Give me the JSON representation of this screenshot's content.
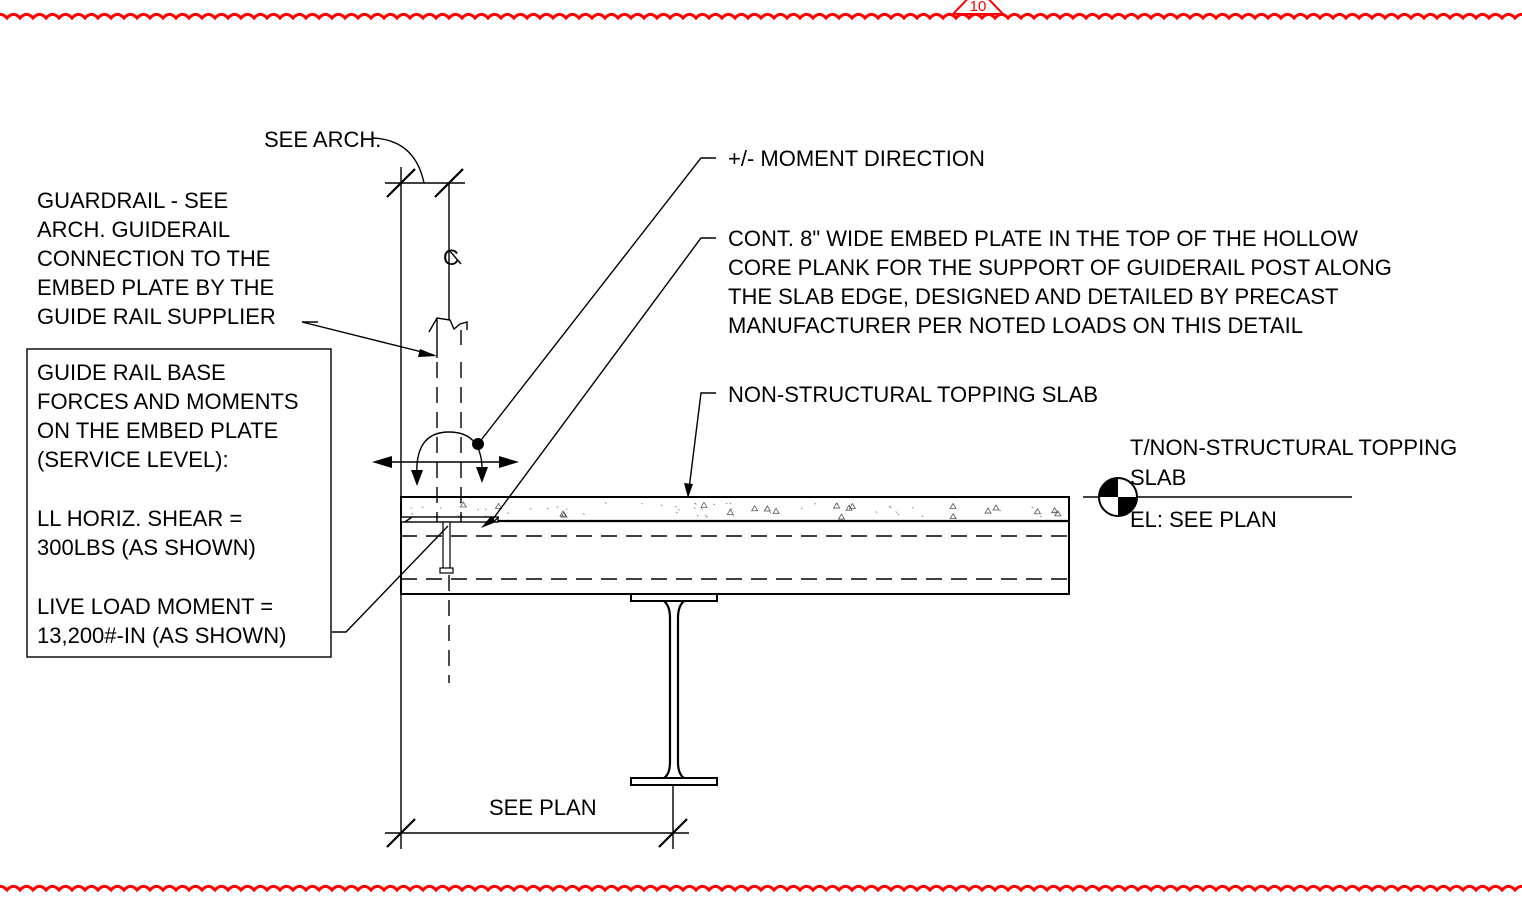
{
  "revision": {
    "number": "10",
    "color": "#ff0000"
  },
  "labels": {
    "see_arch": "SEE ARCH.",
    "centerline": "C",
    "moment_direction": "+/- MOMENT DIRECTION",
    "embed_plate": [
      "CONT. 8\" WIDE EMBED PLATE IN THE TOP OF THE HOLLOW",
      "CORE PLANK FOR THE SUPPORT OF GUIDERAIL POST ALONG",
      "THE SLAB EDGE, DESIGNED AND DETAILED BY PRECAST",
      "MANUFACTURER PER NOTED LOADS ON THIS DETAIL"
    ],
    "topping_slab": "NON-STRUCTURAL TOPPING SLAB",
    "guardrail": [
      "GUARDRAIL - SEE",
      "ARCH.  GUIDERAIL",
      "CONNECTION TO THE",
      "EMBED PLATE BY THE",
      "GUIDE RAIL SUPPLIER"
    ],
    "elevation_title": [
      "T/NON-STRUCTURAL TOPPING",
      "SLAB"
    ],
    "elevation_value": "EL: SEE PLAN",
    "see_plan": "SEE PLAN"
  },
  "load_box": {
    "heading": [
      "GUIDE RAIL BASE",
      "FORCES AND MOMENTS",
      "ON THE EMBED PLATE",
      "(SERVICE LEVEL):"
    ],
    "shear": [
      "LL HORIZ. SHEAR =",
      "300LBS (AS SHOWN)"
    ],
    "moment": [
      "LIVE LOAD MOMENT =",
      "13,200#-IN (AS SHOWN)"
    ]
  }
}
